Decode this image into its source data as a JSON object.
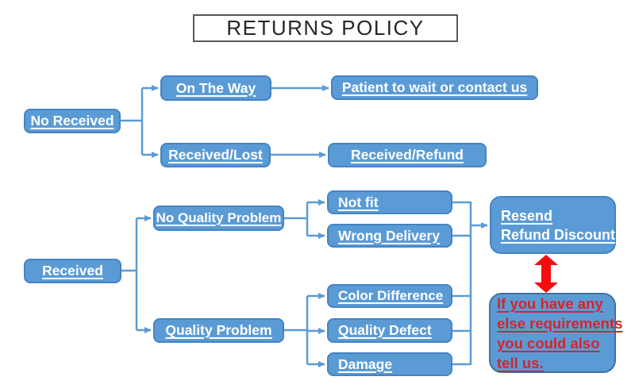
{
  "title": "RETURNS POLICY",
  "colors": {
    "node_fill": "#5b9bd5",
    "node_border": "#4583c4",
    "connector": "#5b9bd5",
    "node_text": "#ffffff",
    "title_text": "#262626",
    "title_border": "#595959",
    "alert_text_red": "#d8232b",
    "double_arrow_red": "#f50d0d"
  },
  "tree1": {
    "root": "No Received",
    "branch1": {
      "case": "On The Way",
      "action": "Patient to wait or contact us"
    },
    "branch2": {
      "case": "Received/Lost",
      "action": "Received/Refund"
    }
  },
  "tree2": {
    "root": "Received",
    "no_quality": {
      "label": "No Quality Problem",
      "sub1": "Not fit",
      "sub2": "Wrong Delivery"
    },
    "quality": {
      "label": "Quality Problem",
      "sub1": "Color Difference",
      "sub2": "Quality Defect",
      "sub3": "Damage"
    },
    "outcome": {
      "lines": [
        "Resend",
        "Refund Discount"
      ]
    },
    "note": {
      "lines": [
        "If you have any",
        "else requirements",
        "you could also",
        "tell us."
      ]
    }
  }
}
